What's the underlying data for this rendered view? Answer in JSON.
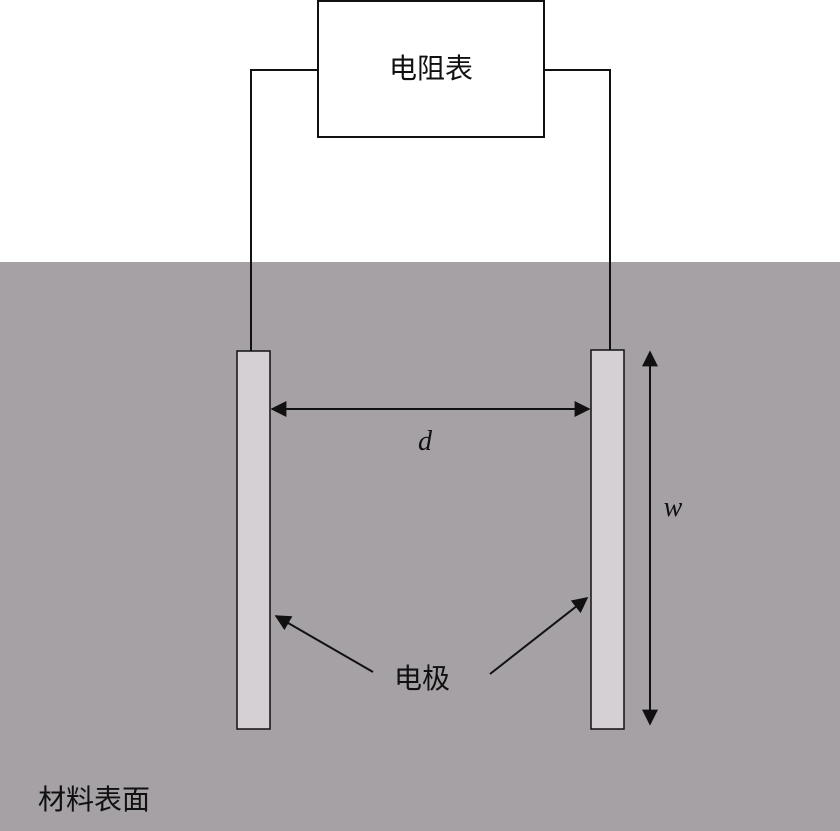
{
  "diagram": {
    "meter_label": "电阻表",
    "distance_label": "d",
    "width_label": "w",
    "electrode_label": "电极",
    "surface_label": "材料表面"
  },
  "colors": {
    "surface": "#a5a1a4",
    "electrode": "#d4d0d3",
    "line": "#111111",
    "background": "#ffffff"
  }
}
